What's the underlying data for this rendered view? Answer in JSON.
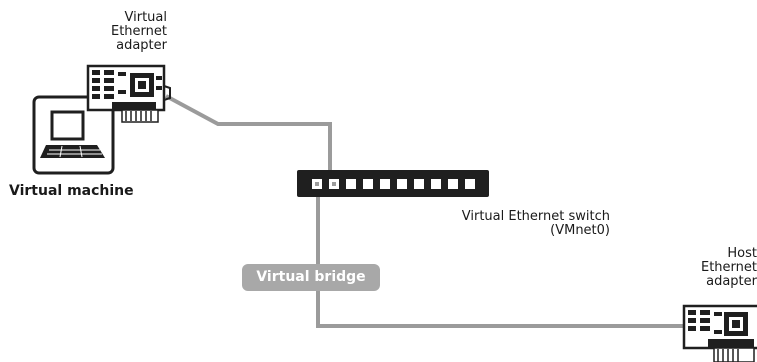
{
  "labels": {
    "vm_adapter": [
      "Virtual",
      "Ethernet",
      "adapter"
    ],
    "vm": "Virtual machine",
    "switch_name": "Virtual Ethernet switch",
    "switch_id": "(VMnet0)",
    "bridge": "Virtual bridge",
    "host_adapter": [
      "Host",
      "Ethernet",
      "adapter"
    ]
  },
  "icons": [
    "computer-icon",
    "network-card-icon",
    "switch-icon",
    "network-card-icon"
  ],
  "colors": {
    "cable": "#9b9b9b",
    "device": "#1f1f1f",
    "bridge_label_bg": "#a8a8a8"
  }
}
